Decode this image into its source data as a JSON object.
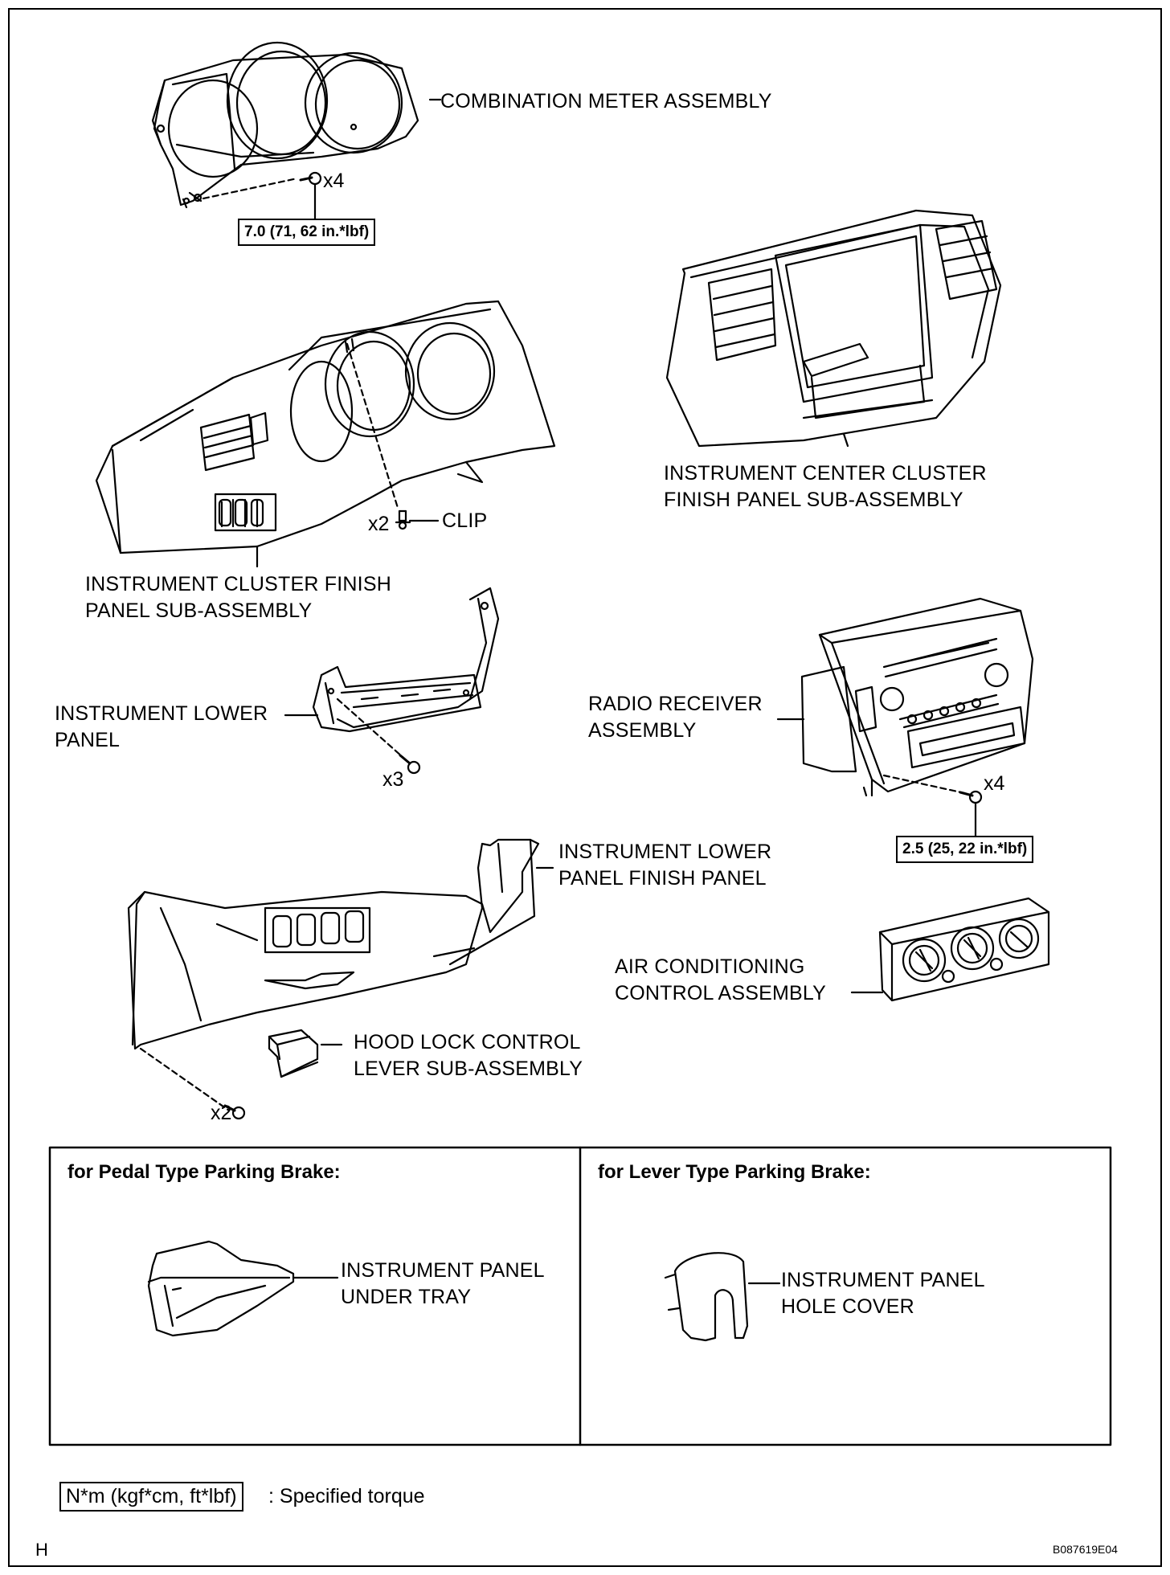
{
  "parts": {
    "combination_meter": "COMBINATION METER ASSEMBLY",
    "center_cluster_line1": "INSTRUMENT CENTER CLUSTER",
    "center_cluster_line2": "FINISH PANEL SUB-ASSEMBLY",
    "cluster_finish_line1": "INSTRUMENT CLUSTER FINISH",
    "cluster_finish_line2": "PANEL SUB-ASSEMBLY",
    "clip": "CLIP",
    "lower_panel_line1": "INSTRUMENT LOWER",
    "lower_panel_line2": "PANEL",
    "radio_line1": "RADIO RECEIVER",
    "radio_line2": "ASSEMBLY",
    "lower_finish_line1": "INSTRUMENT LOWER",
    "lower_finish_line2": "PANEL FINISH PANEL",
    "ac_line1": "AIR CONDITIONING",
    "ac_line2": "CONTROL ASSEMBLY",
    "hood_line1": "HOOD LOCK CONTROL",
    "hood_line2": "LEVER SUB-ASSEMBLY",
    "under_tray_line1": "INSTRUMENT PANEL",
    "under_tray_line2": "UNDER TRAY",
    "hole_cover_line1": "INSTRUMENT PANEL",
    "hole_cover_line2": "HOLE COVER"
  },
  "quantities": {
    "meter_screws": "x4",
    "clips": "x2",
    "lower_panel_screws": "x3",
    "radio_screws": "x4",
    "finish_panel_screws": "x2"
  },
  "torques": {
    "meter": "7.0 (71, 62 in.*lbf)",
    "radio": "2.5 (25, 22 in.*lbf)"
  },
  "variants": {
    "pedal": "for Pedal Type Parking Brake:",
    "lever": "for Lever Type Parking Brake:"
  },
  "legend": {
    "unit": "N*m (kgf*cm, ft*lbf)",
    "meaning": ": Specified torque"
  },
  "corner_mark": "H",
  "figure_code": "B087619E04"
}
